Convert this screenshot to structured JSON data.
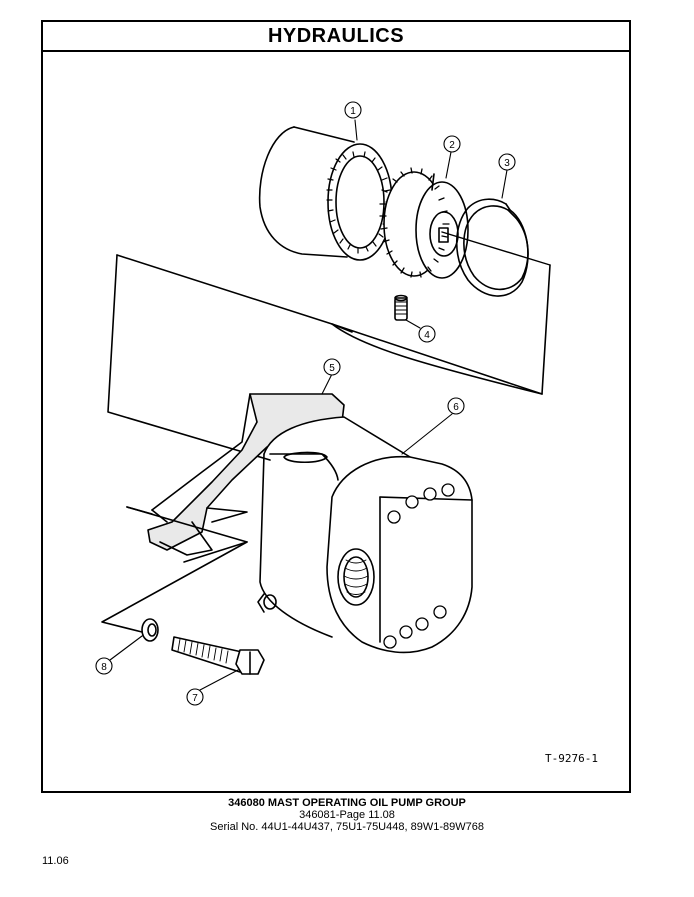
{
  "header": {
    "title": "HYDRAULICS"
  },
  "figure": {
    "id": "T-9276-1",
    "callouts": [
      "1",
      "2",
      "3",
      "4",
      "5",
      "6",
      "7",
      "8"
    ]
  },
  "caption": {
    "line1": "346080 MAST OPERATING OIL PUMP GROUP",
    "line2": "346081-Page 11.08",
    "line3": "Serial No. 44U1-44U437, 75U1-75U448, 89W1-89W768"
  },
  "footer": {
    "page_number": "11.06"
  }
}
